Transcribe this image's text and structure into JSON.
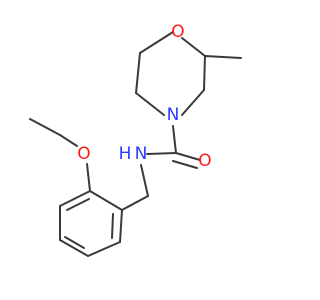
{
  "diagram": {
    "atoms": [
      {
        "id": "O1",
        "label": "O",
        "element": "O"
      },
      {
        "id": "N1",
        "label": "N",
        "element": "N"
      },
      {
        "id": "N2",
        "label": "N",
        "element": "N"
      },
      {
        "id": "H1",
        "label": "H",
        "element": "H"
      },
      {
        "id": "O2",
        "label": "O",
        "element": "O"
      },
      {
        "id": "O3",
        "label": "O",
        "element": "O"
      }
    ],
    "colors": {
      "bond": "#3a3a3a",
      "oxygen": "#ff1a1a",
      "nitrogen": "#2a3cff",
      "background": "#ffffff"
    }
  }
}
